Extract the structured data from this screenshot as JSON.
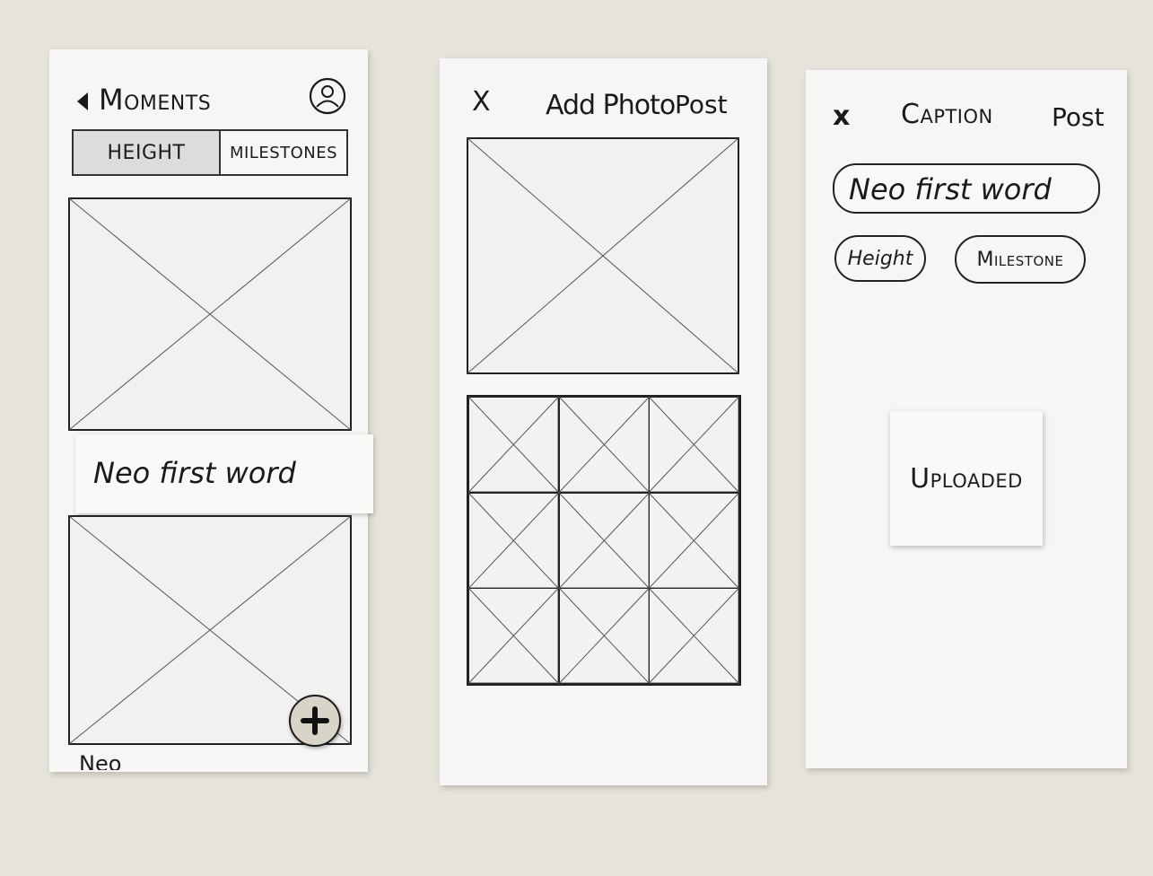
{
  "screen1": {
    "back_icon": "back-arrow-icon",
    "title": "Moments",
    "profile_icon": "profile-icon",
    "tabs": [
      {
        "label": "HEIGHT",
        "selected": true
      },
      {
        "label": "MILESTONES",
        "selected": false
      }
    ],
    "moment_caption": "Neo first word",
    "cut_off_caption": "Neo",
    "add_icon": "plus-icon"
  },
  "screen2": {
    "close_label": "X",
    "title": "Add Photo",
    "post_label": "Post",
    "gallery_count": 9
  },
  "screen3": {
    "close_label": "x",
    "title": "Caption",
    "post_label": "Post",
    "caption_value": "Neo first word",
    "tags": [
      "Height",
      "Milestone"
    ],
    "status": "Uploaded"
  }
}
